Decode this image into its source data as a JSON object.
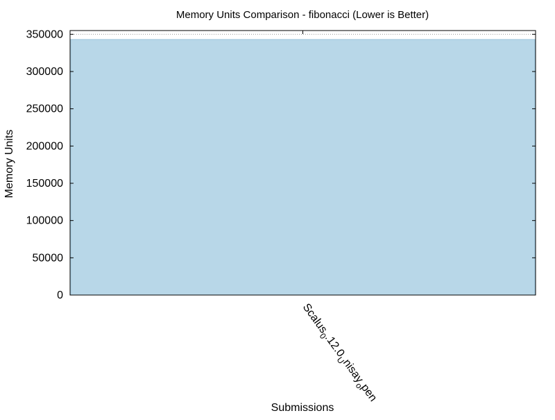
{
  "chart_data": {
    "type": "bar",
    "title": "Memory Units Comparison - fibonacci (Lower is Better)",
    "xlabel": "Submissions",
    "ylabel": "Memory Units",
    "categories": [
      "Scalus_0.12.0_Unisay_open"
    ],
    "category_display": {
      "main": "Scalus",
      "sub1": "0",
      "mid1": ".12.0",
      "sub2": "U",
      "mid2": "nisay",
      "sub3": "o",
      "end": "pen"
    },
    "series": [
      {
        "values": [
          343000
        ]
      }
    ],
    "ylim": [
      0,
      355000
    ],
    "yticks": [
      0,
      50000,
      100000,
      150000,
      200000,
      250000,
      300000,
      350000
    ],
    "grid": "dotted reference line at top",
    "legend": "none",
    "colors": {
      "bar": "#b8d7e8",
      "bar_stroke": "#9ec6dc",
      "axis": "#000000",
      "grid": "#999999"
    }
  }
}
